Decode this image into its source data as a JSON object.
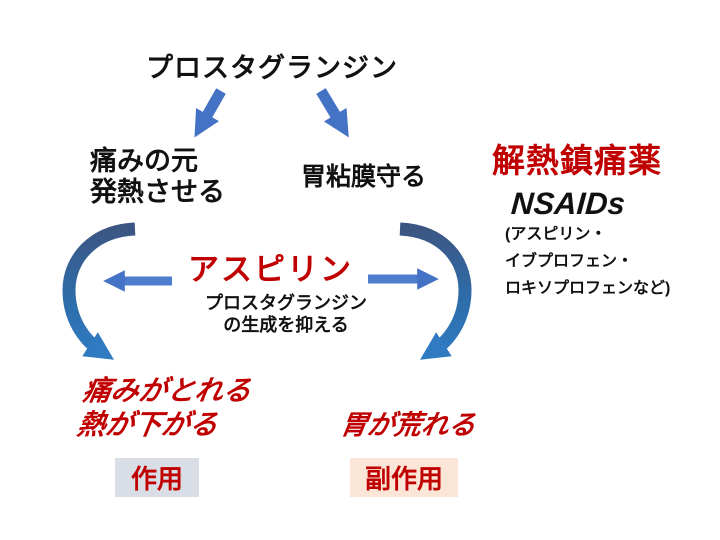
{
  "diagram": {
    "title": "プロスタグランジン",
    "pain_cause": {
      "line1": "痛みの元",
      "line2": "発熱させる"
    },
    "stomach_protect": "胃粘膜守る",
    "drug_class": {
      "heading": "解熱鎮痛薬",
      "name": "NSAIDs",
      "examples_line1": "(アスピリン・",
      "examples_line2": "イブプロフェン・",
      "examples_line3": "ロキソプロフェンなど)"
    },
    "aspirin": {
      "name": "アスピリン",
      "mechanism_line1": "プロスタグランジン",
      "mechanism_line2": "の生成を抑える"
    },
    "effect": {
      "line1": "痛みがとれる",
      "line2": "熱が下がる",
      "badge": "作用"
    },
    "side_effect": {
      "text": "胃が荒れる",
      "badge": "副作用"
    },
    "colors": {
      "red_text": "#c00000",
      "black_text": "#111111",
      "arrow_blue": "#4472c4",
      "curved_arrow_top": "#3c5683",
      "curved_arrow_bottom": "#2f7ac1",
      "effect_badge_bg": "#d9dde6",
      "side_effect_badge_bg": "#fbe5d6"
    }
  }
}
